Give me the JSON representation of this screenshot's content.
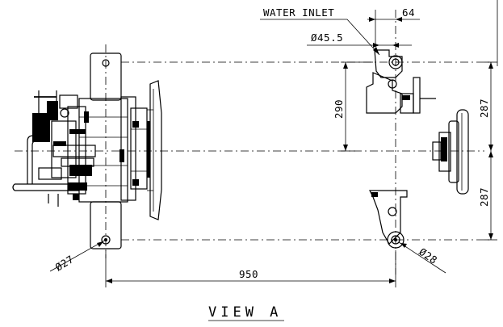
{
  "labels": {
    "water_inlet": "WATER INLET",
    "dim_64": "64",
    "dim_phi45": "Ø45.5",
    "dim_290": "290",
    "dim_287_top": "287",
    "dim_287_bottom": "287",
    "dim_950": "950",
    "dim_phi27": "Ø27",
    "dim_phi28": "Ø28",
    "view_title": "VIEW A"
  }
}
